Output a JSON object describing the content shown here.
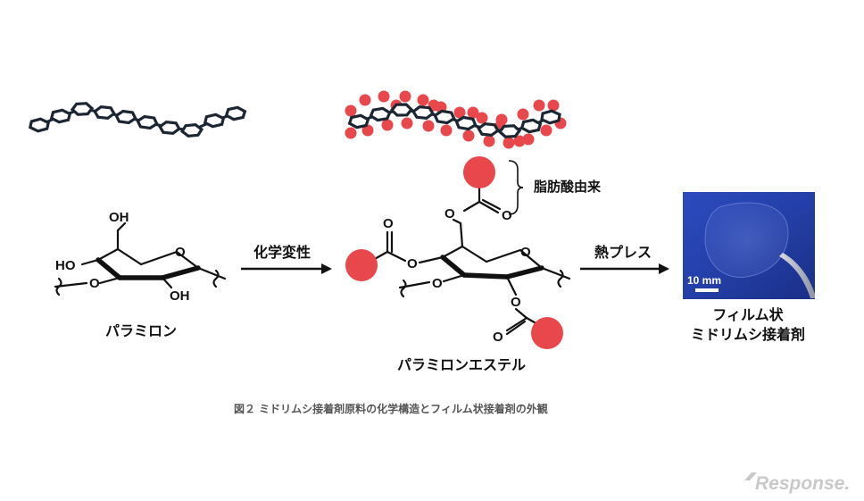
{
  "labels": {
    "paramylon": "パラミロン",
    "paramylon_ester": "パラミロンエステル",
    "fatty_acid": "脂肪酸由来",
    "chem_mod": "化学変性",
    "hot_press": "熱プレス",
    "film_line1": "フィルム状",
    "film_line2": "ミドリムシ接着剤",
    "scale": "10 mm",
    "caption": "図２ ミドリムシ接着剤原料の化学構造とフィルム状接着剤の外観",
    "logo": "Response."
  },
  "atoms": {
    "oh": "OH",
    "ho": "HO",
    "o": "O"
  },
  "colors": {
    "ester_ball": "#e8474c",
    "chain": "#1c2633",
    "film_bg": "#243fa8",
    "text": "#111111",
    "caption": "#555555",
    "logo": "#c9c9c9"
  }
}
